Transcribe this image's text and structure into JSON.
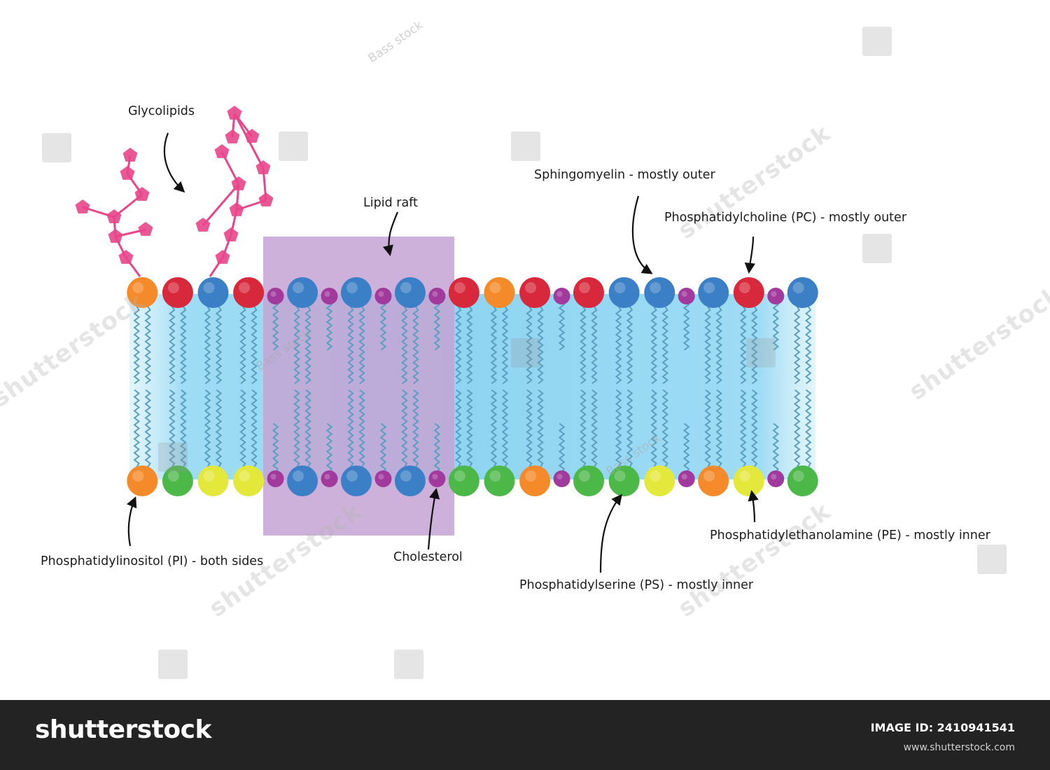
{
  "labels": {
    "glycolipids": "Glycolipids",
    "lipid_raft": "Lipid raft",
    "sphingomyelin": "Sphingomyelin - mostly outer",
    "pc": "Phosphatidylcholine (PC) - mostly outer",
    "pi": "Phosphatidylinositol (PI) - both sides",
    "cholesterol": "Cholesterol",
    "ps": "Phosphatidylserine (PS) - mostly inner",
    "pe": "Phosphatidylethanolamine (PE) - mostly inner"
  },
  "colors": {
    "membrane": "#9fdcf5",
    "raft": "#c7a7d4",
    "tail": "#5a9fbf",
    "glyco": "#e8458a",
    "orange": "#f48a2a",
    "red": "#d8283c",
    "blue": "#3b7fc6",
    "purple": "#a23a9e",
    "green": "#4cb848",
    "yellow": "#e4e83a"
  },
  "lipids": {
    "outer": [
      "orange",
      "red",
      "blue",
      "red",
      "chol",
      "blue",
      "chol",
      "blue",
      "chol",
      "blue",
      "chol",
      "red",
      "orange",
      "red",
      "chol",
      "red",
      "blue",
      "blue",
      "chol",
      "blue",
      "red",
      "chol",
      "blue"
    ],
    "inner": [
      "orange",
      "green",
      "yellow",
      "yellow",
      "chol",
      "blue",
      "chol",
      "blue",
      "chol",
      "blue",
      "chol",
      "green",
      "green",
      "orange",
      "chol",
      "green",
      "green",
      "yellow",
      "chol",
      "orange",
      "yellow",
      "chol",
      "green"
    ]
  },
  "footer": {
    "brand": "shutterstock",
    "image_id": "IMAGE ID: 2410941541",
    "site": "www.shutterstock.com"
  },
  "watermarks": {
    "brand": "shutterstock",
    "author": "Bass stock"
  }
}
